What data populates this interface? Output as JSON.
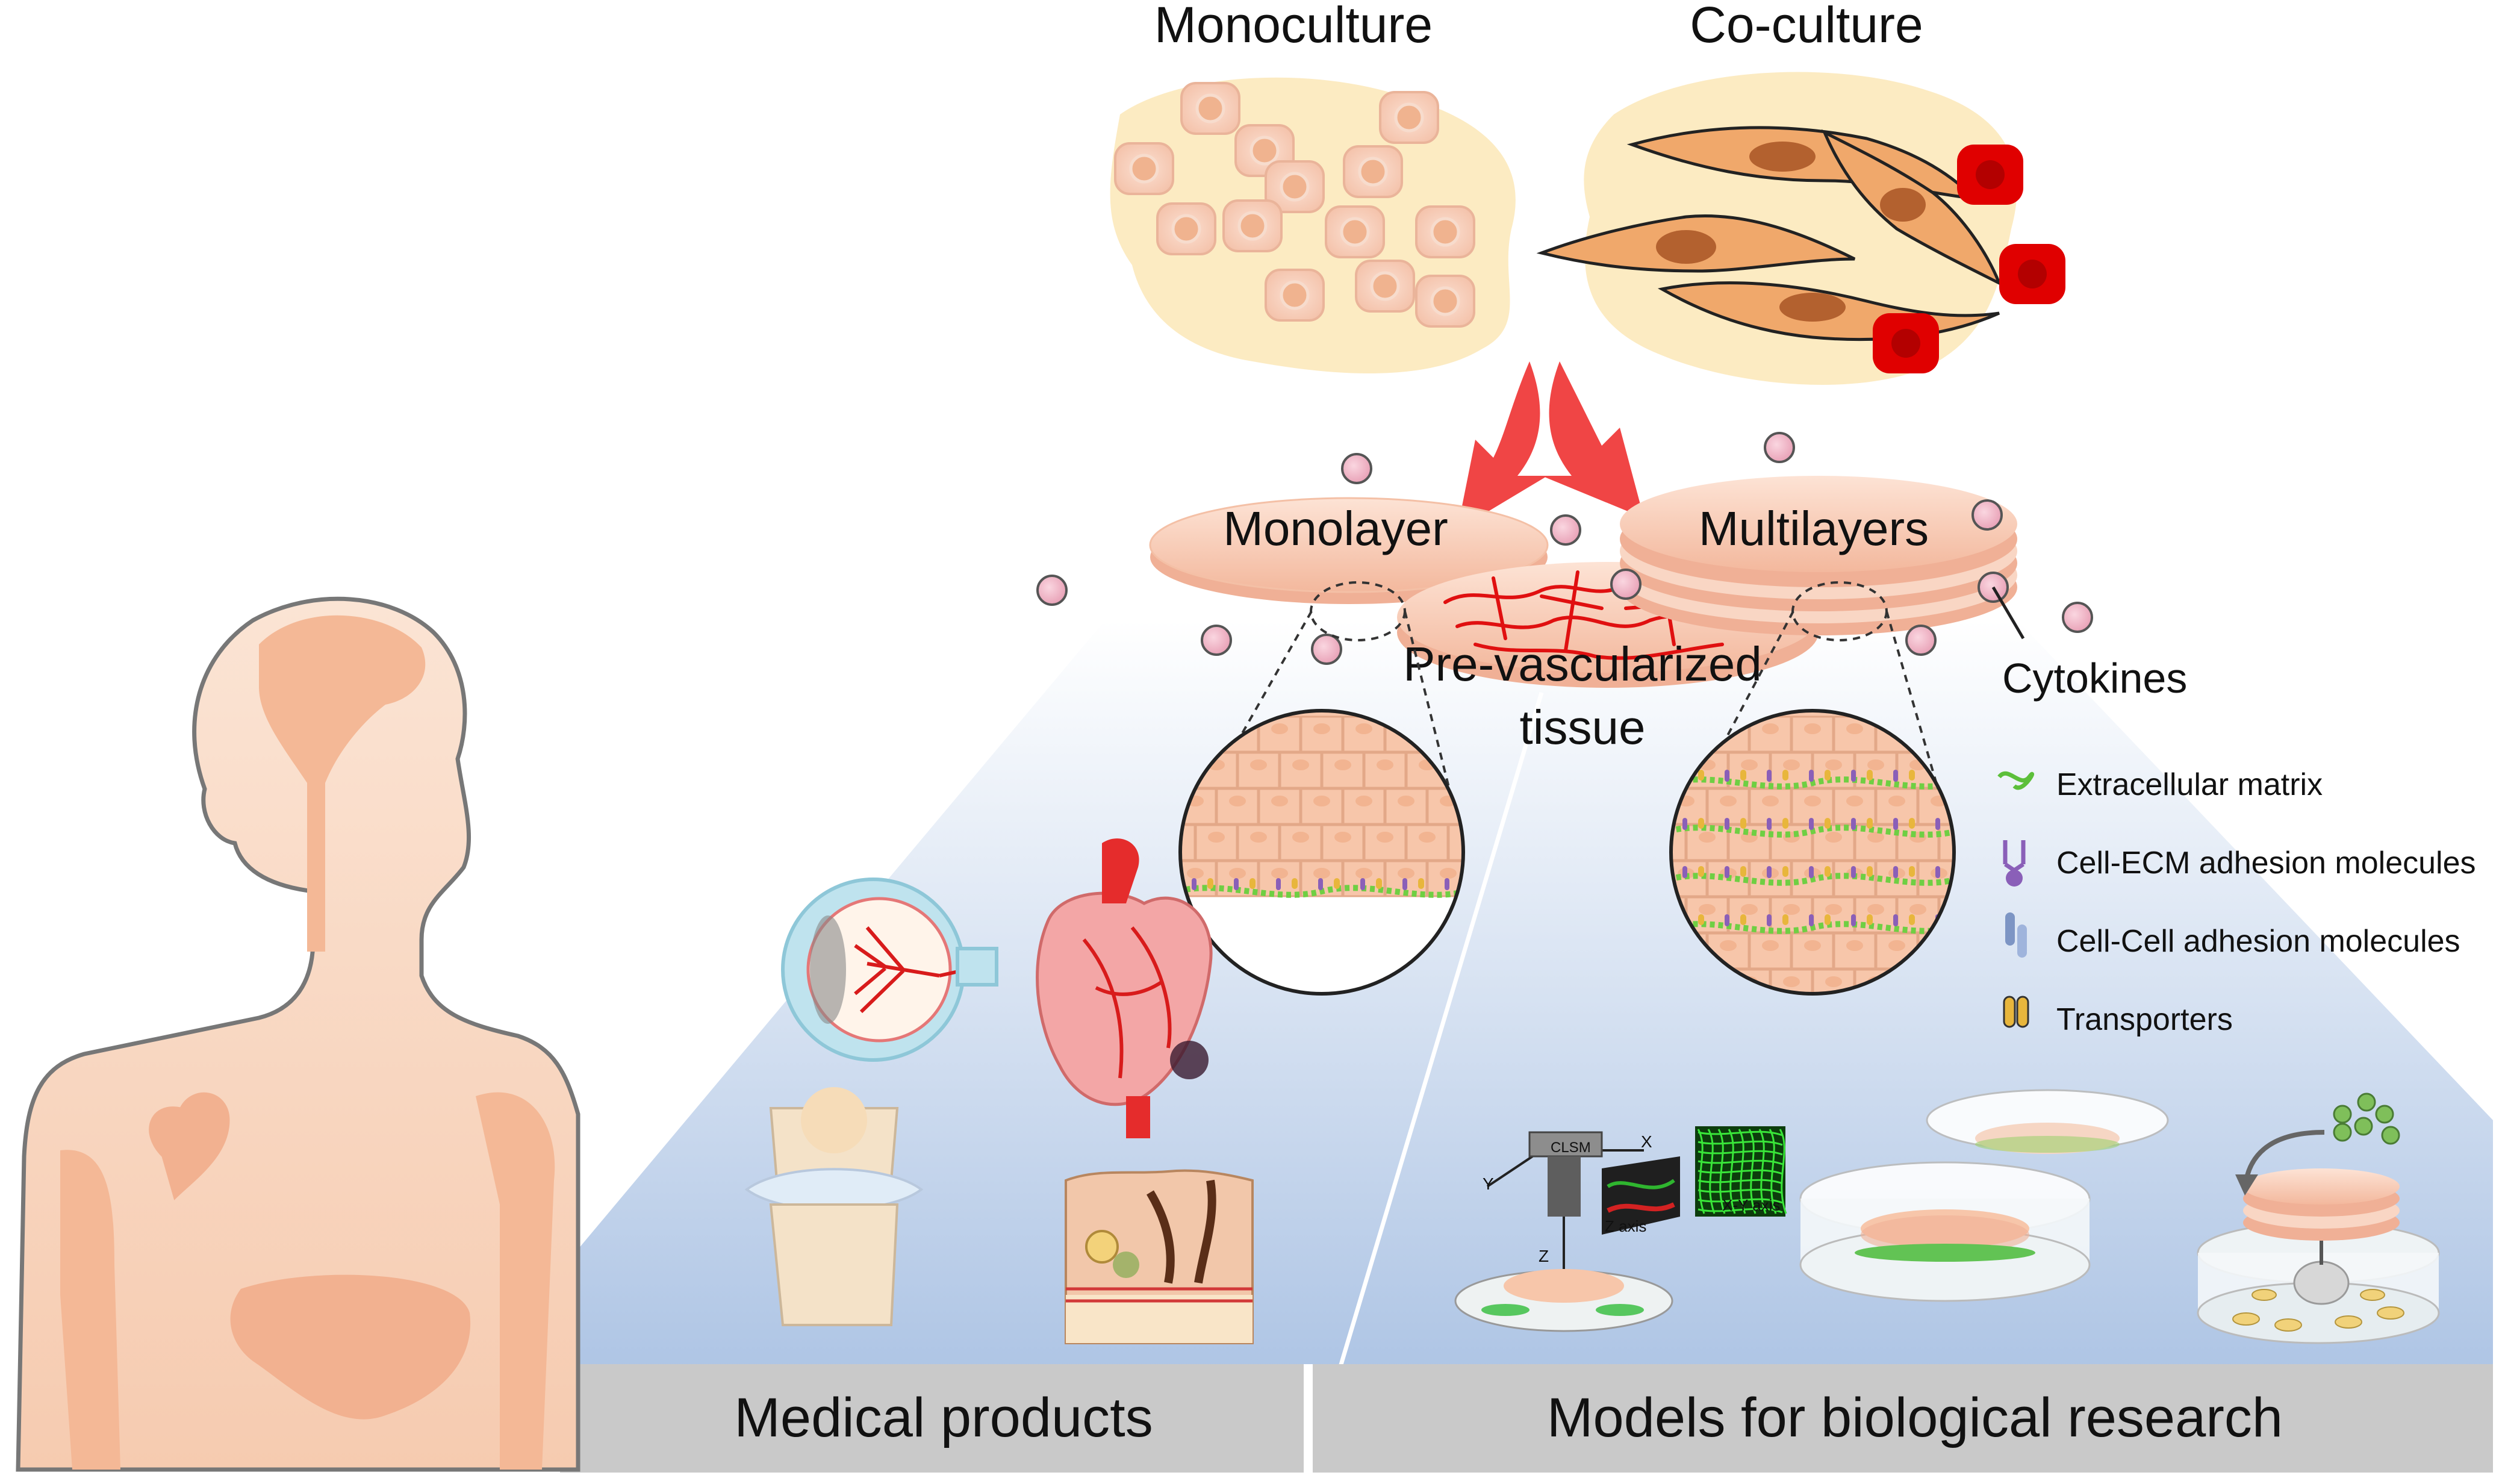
{
  "sources": {
    "monoculture": "Monoculture",
    "coculture": "Co-culture"
  },
  "tissues": {
    "monolayer": "Monolayer",
    "multilayers": "Multilayers",
    "prevascularized_line1": "Pre-vascularized",
    "prevascularized_line2": "tissue"
  },
  "cytokines_label": "Cytokines",
  "legend": [
    {
      "label": "Extracellular matrix",
      "icon": "ecm-icon",
      "color": "#5cbf3a"
    },
    {
      "label": "Cell-ECM adhesion molecules",
      "icon": "cell-ecm-adhesion-icon",
      "color": "#8a5fb8"
    },
    {
      "label": "Cell-Cell adhesion molecules",
      "icon": "cell-cell-adhesion-icon",
      "color": "#7d95c4"
    },
    {
      "label": "Transporters",
      "icon": "transporter-icon",
      "color": "#e8b63c"
    }
  ],
  "microscopy": {
    "instrument": "CLSM",
    "x_axis": "X",
    "y_axis": "Y",
    "z_axis": "Z",
    "z_panel": "Z axis",
    "xy_panel": "X-Y axis"
  },
  "bottom_banners": {
    "left": "Medical products",
    "right": "Models for biological research"
  },
  "colors": {
    "cell_fill": "#f7d2c0",
    "cell_nucleus": "#f1b392",
    "blob": "#fcebc2",
    "red_cell": "#e00000",
    "arrow": "#f04545",
    "cytokine": "#f2bccb",
    "banner": "#c8c8c8",
    "body": "#f7c9ad"
  }
}
